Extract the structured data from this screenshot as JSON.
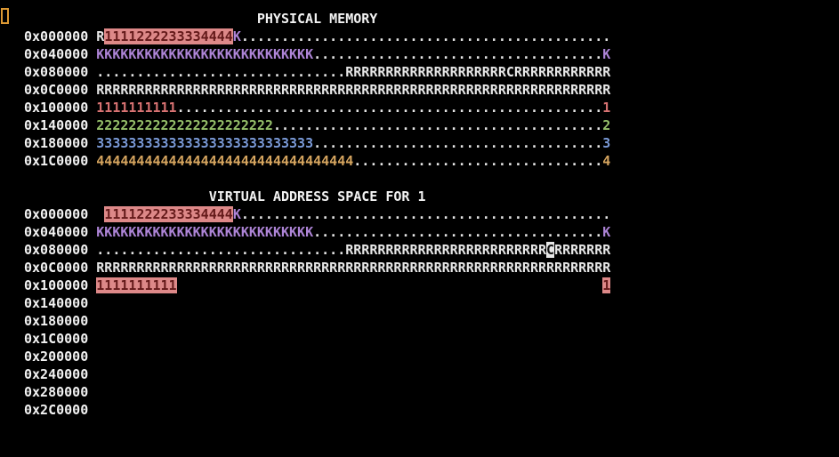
{
  "terminal": {
    "background": "#000000",
    "cursor": {
      "color": "#dd9933"
    },
    "palette": {
      "label": "#f2f2f2",
      "fg": "#e6e6e6",
      "k": "#ad84d6",
      "c1": "#d97373",
      "c2": "#96c06a",
      "c3": "#7b9bd9",
      "c4": "#d6a55f",
      "hl_bg": "#dd8888",
      "hl_fg": "#641a1a",
      "hlc_bg": "#e6e6e6",
      "hlc_fg": "#111111"
    },
    "sections": [
      {
        "title": "PHYSICAL MEMORY",
        "rows": [
          {
            "address": "0x000000",
            "segments": [
              {
                "text": "R",
                "style": "fg"
              },
              {
                "text": "1111222233334444",
                "style": "hl"
              },
              {
                "text": "K",
                "style": "k"
              },
              {
                "ch": ".",
                "n": 46,
                "style": "fg"
              }
            ]
          },
          {
            "address": "0x040000",
            "segments": [
              {
                "ch": "K",
                "n": 27,
                "style": "k"
              },
              {
                "ch": ".",
                "n": 36,
                "style": "fg"
              },
              {
                "text": "K",
                "style": "k"
              }
            ]
          },
          {
            "address": "0x080000",
            "segments": [
              {
                "ch": ".",
                "n": 31,
                "style": "fg"
              },
              {
                "ch": "R",
                "n": 20,
                "style": "fg"
              },
              {
                "text": "C",
                "style": "fg"
              },
              {
                "ch": "R",
                "n": 12,
                "style": "fg"
              }
            ]
          },
          {
            "address": "0x0C0000",
            "segments": [
              {
                "ch": "R",
                "n": 64,
                "style": "fg"
              }
            ]
          },
          {
            "address": "0x100000",
            "segments": [
              {
                "text": "1111111111",
                "style": "c1"
              },
              {
                "ch": ".",
                "n": 53,
                "style": "fg"
              },
              {
                "text": "1",
                "style": "c1"
              }
            ]
          },
          {
            "address": "0x140000",
            "segments": [
              {
                "ch": "2",
                "n": 22,
                "style": "c2"
              },
              {
                "ch": ".",
                "n": 41,
                "style": "fg"
              },
              {
                "text": "2",
                "style": "c2"
              }
            ]
          },
          {
            "address": "0x180000",
            "segments": [
              {
                "ch": "3",
                "n": 27,
                "style": "c3"
              },
              {
                "ch": ".",
                "n": 36,
                "style": "fg"
              },
              {
                "text": "3",
                "style": "c3"
              }
            ]
          },
          {
            "address": "0x1C0000",
            "segments": [
              {
                "ch": "4",
                "n": 32,
                "style": "c4"
              },
              {
                "ch": ".",
                "n": 31,
                "style": "fg"
              },
              {
                "text": "4",
                "style": "c4"
              }
            ]
          }
        ]
      },
      {
        "title": "VIRTUAL ADDRESS SPACE FOR 1",
        "rows": [
          {
            "address": "0x000000",
            "segments": [
              {
                "text": " ",
                "style": "fg"
              },
              {
                "text": "1111222233334444",
                "style": "hl"
              },
              {
                "text": "K",
                "style": "k"
              },
              {
                "ch": ".",
                "n": 46,
                "style": "fg"
              }
            ]
          },
          {
            "address": "0x040000",
            "segments": [
              {
                "ch": "K",
                "n": 27,
                "style": "k"
              },
              {
                "ch": ".",
                "n": 36,
                "style": "fg"
              },
              {
                "text": "K",
                "style": "k"
              }
            ]
          },
          {
            "address": "0x080000",
            "segments": [
              {
                "ch": ".",
                "n": 31,
                "style": "fg"
              },
              {
                "ch": "R",
                "n": 25,
                "style": "fg"
              },
              {
                "text": "C",
                "style": "hlc"
              },
              {
                "ch": "R",
                "n": 7,
                "style": "fg"
              }
            ]
          },
          {
            "address": "0x0C0000",
            "segments": [
              {
                "ch": "R",
                "n": 64,
                "style": "fg"
              }
            ]
          },
          {
            "address": "0x100000",
            "segments": [
              {
                "text": "1111111111",
                "style": "hl"
              },
              {
                "ch": " ",
                "n": 53,
                "style": "fg"
              },
              {
                "text": "1",
                "style": "hl"
              }
            ]
          },
          {
            "address": "0x140000",
            "segments": []
          },
          {
            "address": "0x180000",
            "segments": []
          },
          {
            "address": "0x1C0000",
            "segments": []
          },
          {
            "address": "0x200000",
            "segments": []
          },
          {
            "address": "0x240000",
            "segments": []
          },
          {
            "address": "0x280000",
            "segments": []
          },
          {
            "address": "0x2C0000",
            "segments": []
          }
        ]
      }
    ]
  }
}
